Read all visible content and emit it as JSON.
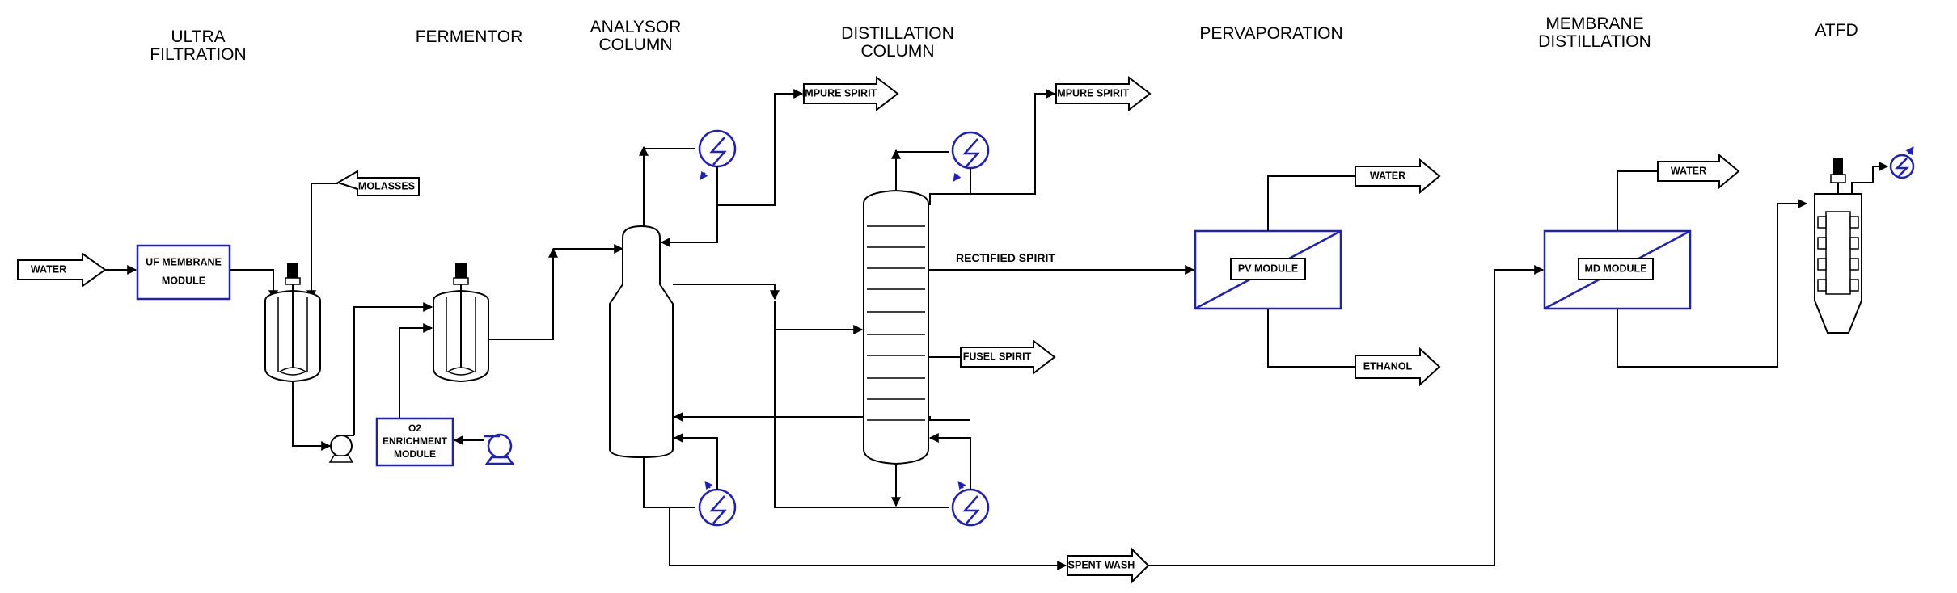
{
  "stage_titles": {
    "ultra_filtration": [
      "ULTRA",
      "FILTRATION"
    ],
    "fermentor": "FERMENTOR",
    "analysor_column": [
      "ANALYSOR",
      "COLUMN"
    ],
    "distillation_column": [
      "DISTILLATION",
      "COLUMN"
    ],
    "pervaporation": "PERVAPORATION",
    "membrane_distillation": [
      "MEMBRANE",
      "DISTILLATION"
    ],
    "atfd": "ATFD"
  },
  "equipment": {
    "uf_module": [
      "UF MEMBRANE",
      "MODULE"
    ],
    "o2_module": [
      "O2",
      "ENRICHMENT",
      "MODULE"
    ],
    "pv_module": "PV MODULE",
    "md_module": "MD MODULE"
  },
  "streams": {
    "water_in": "WATER",
    "molasses": "MOLASSES",
    "impure_spirit_1": "IMPURE SPIRIT",
    "impure_spirit_2": "IMPURE SPIRIT",
    "rectified_spirit": "RECTIFIED SPIRIT",
    "fusel_spirit": "FUSEL SPIRIT",
    "pv_water": "WATER",
    "ethanol": "ETHANOL",
    "md_water": "WATER",
    "spent_wash": "SPENT WASH"
  },
  "colors": {
    "line": "#000000",
    "equipment_accent": "#1f1fbf"
  }
}
